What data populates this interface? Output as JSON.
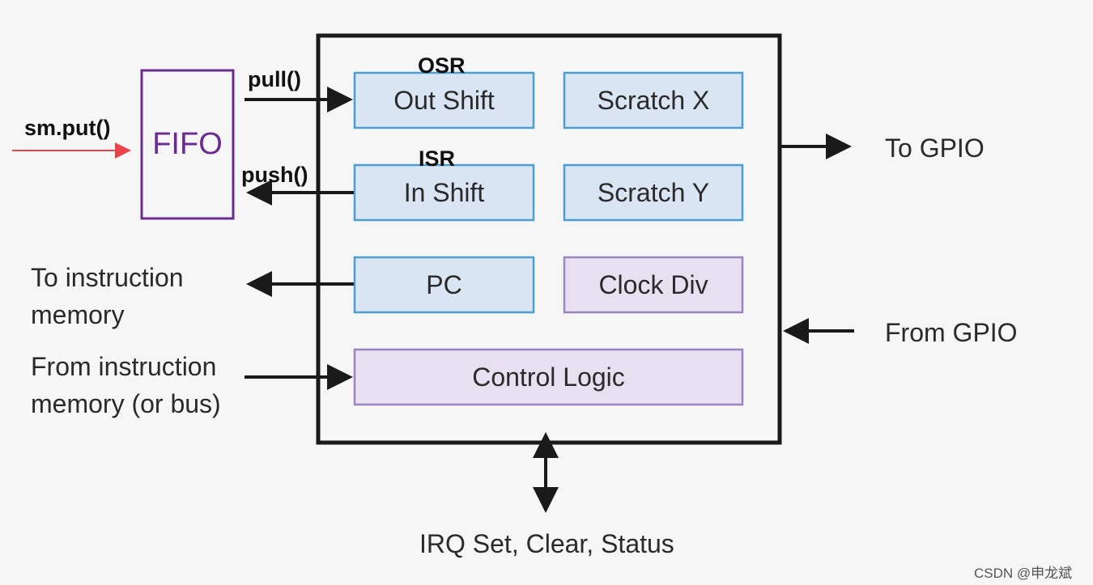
{
  "fifo": {
    "label": "FIFO",
    "input_label": "sm.put()"
  },
  "registers": {
    "osr": {
      "tag": "OSR",
      "label": "Out Shift",
      "port_label": "pull()"
    },
    "isr": {
      "tag": "ISR",
      "label": "In Shift",
      "port_label": "push()"
    },
    "scratch_x": "Scratch X",
    "scratch_y": "Scratch Y",
    "pc": "PC",
    "clock_div": "Clock Div",
    "control_logic": "Control Logic"
  },
  "external": {
    "to_instruction_memory": "To instruction\nmemory",
    "from_instruction_memory": "From instruction\nmemory (or bus)",
    "to_gpio": "To GPIO",
    "from_gpio": "From GPIO",
    "irq": "IRQ Set, Clear, Status"
  },
  "watermark": "CSDN @申龙斌",
  "colors": {
    "blue_fill": "#dae5f3",
    "blue_stroke": "#4a9fd0",
    "purple_fill": "#e6e0f0",
    "purple_stroke": "#9b85c0",
    "fifo_stroke": "#6a2c91",
    "red_arrow": "#e8454b",
    "frame": "#1a1a1a"
  }
}
